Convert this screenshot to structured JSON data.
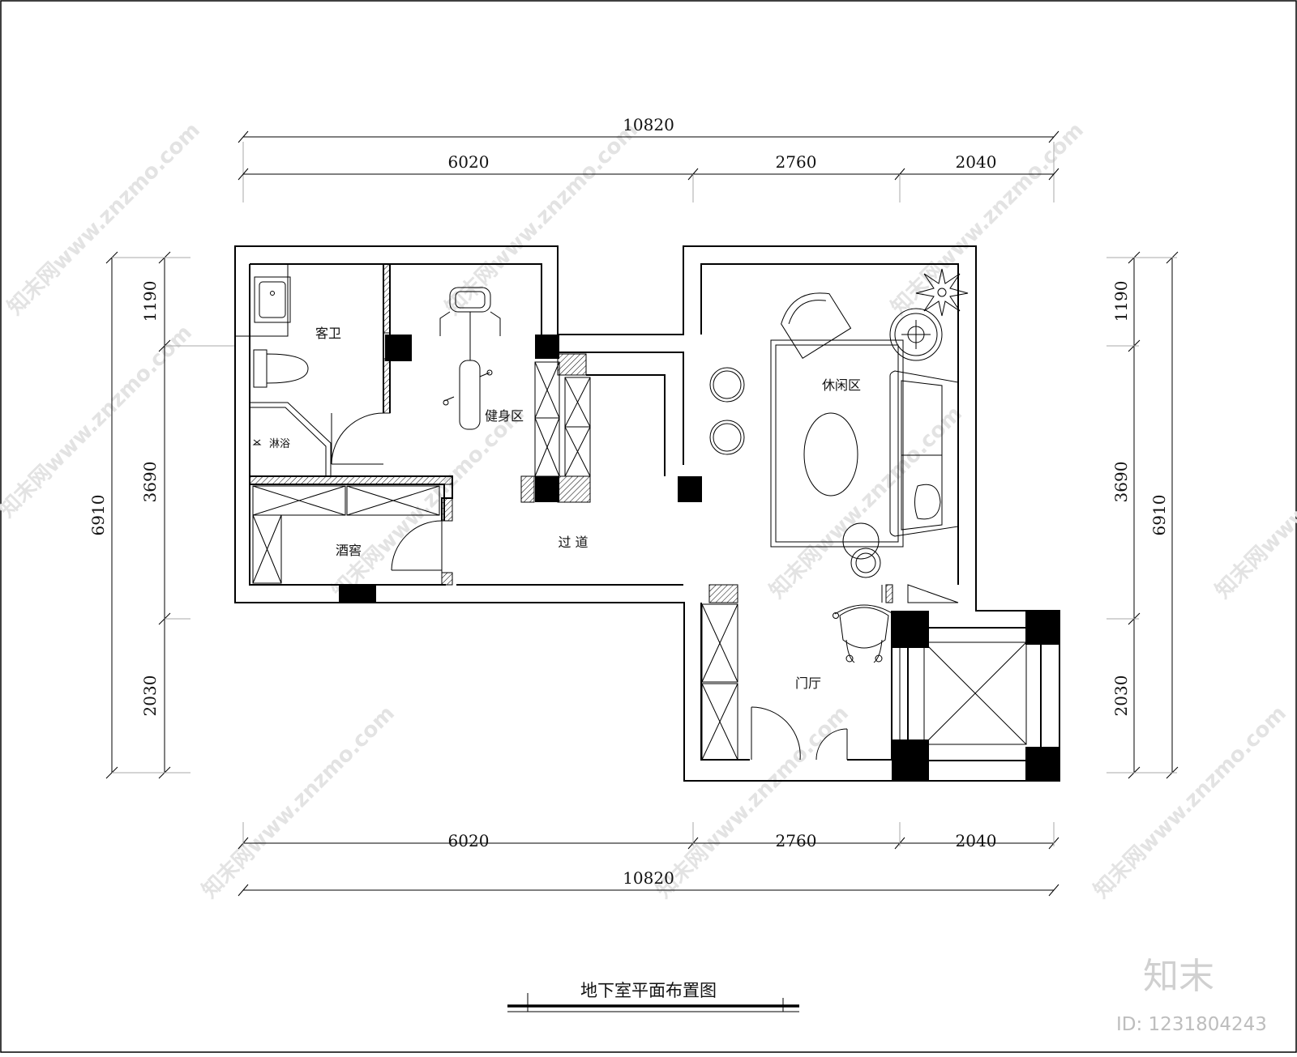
{
  "drawing": {
    "title": "地下室平面布置图",
    "rooms": {
      "guest_bath": "客卫",
      "shower": "淋浴",
      "gym": "健身区",
      "wine_cellar": "酒窖",
      "corridor": "过 道",
      "lounge": "休闲区",
      "foyer": "门厅"
    },
    "dimensions": {
      "top_total": "10820",
      "top_segments": [
        "6020",
        "2760",
        "2040"
      ],
      "bottom_total": "10820",
      "bottom_segments": [
        "6020",
        "2760",
        "2040"
      ],
      "left_total": "6910",
      "left_segments": [
        "1190",
        "3690",
        "2030"
      ],
      "right_total": "6910",
      "right_segments": [
        "1190",
        "3690",
        "2030"
      ]
    }
  },
  "watermark": {
    "text": "知末网www.znzmo.com",
    "brand": "知末",
    "id_label": "ID: 1231804243"
  },
  "colors": {
    "line": "#000000",
    "background": "#ffffff",
    "watermark": "#e3e3e3"
  }
}
